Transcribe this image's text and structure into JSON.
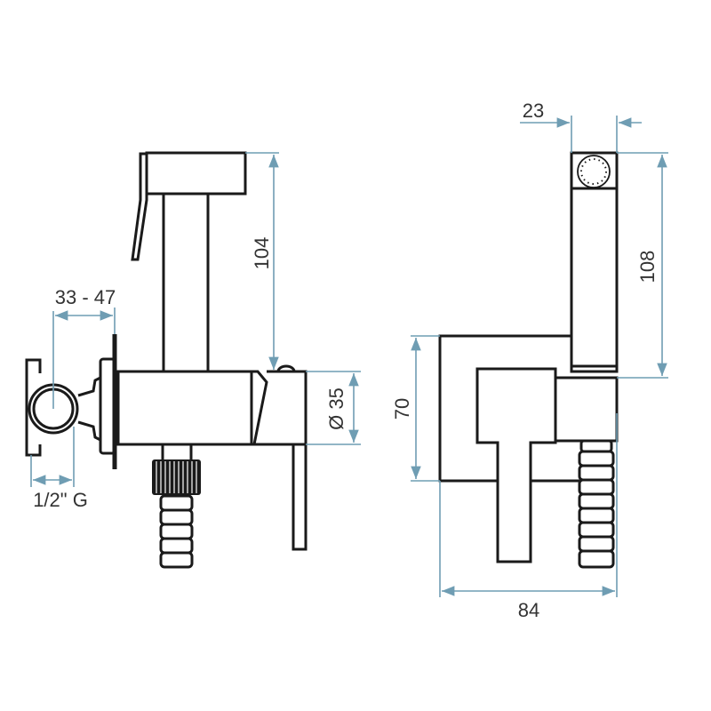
{
  "side_view": {
    "dim_height": "104",
    "dim_diameter": "Ø 35",
    "dim_wall_range": "33 - 47",
    "dim_thread": "1/2\" G"
  },
  "front_view": {
    "dim_head_width": "23",
    "dim_handle_height": "108",
    "dim_body_height": "70",
    "dim_total_width": "84"
  },
  "colors": {
    "outline": "#1a1a1a",
    "dimension": "#6f9db3"
  }
}
